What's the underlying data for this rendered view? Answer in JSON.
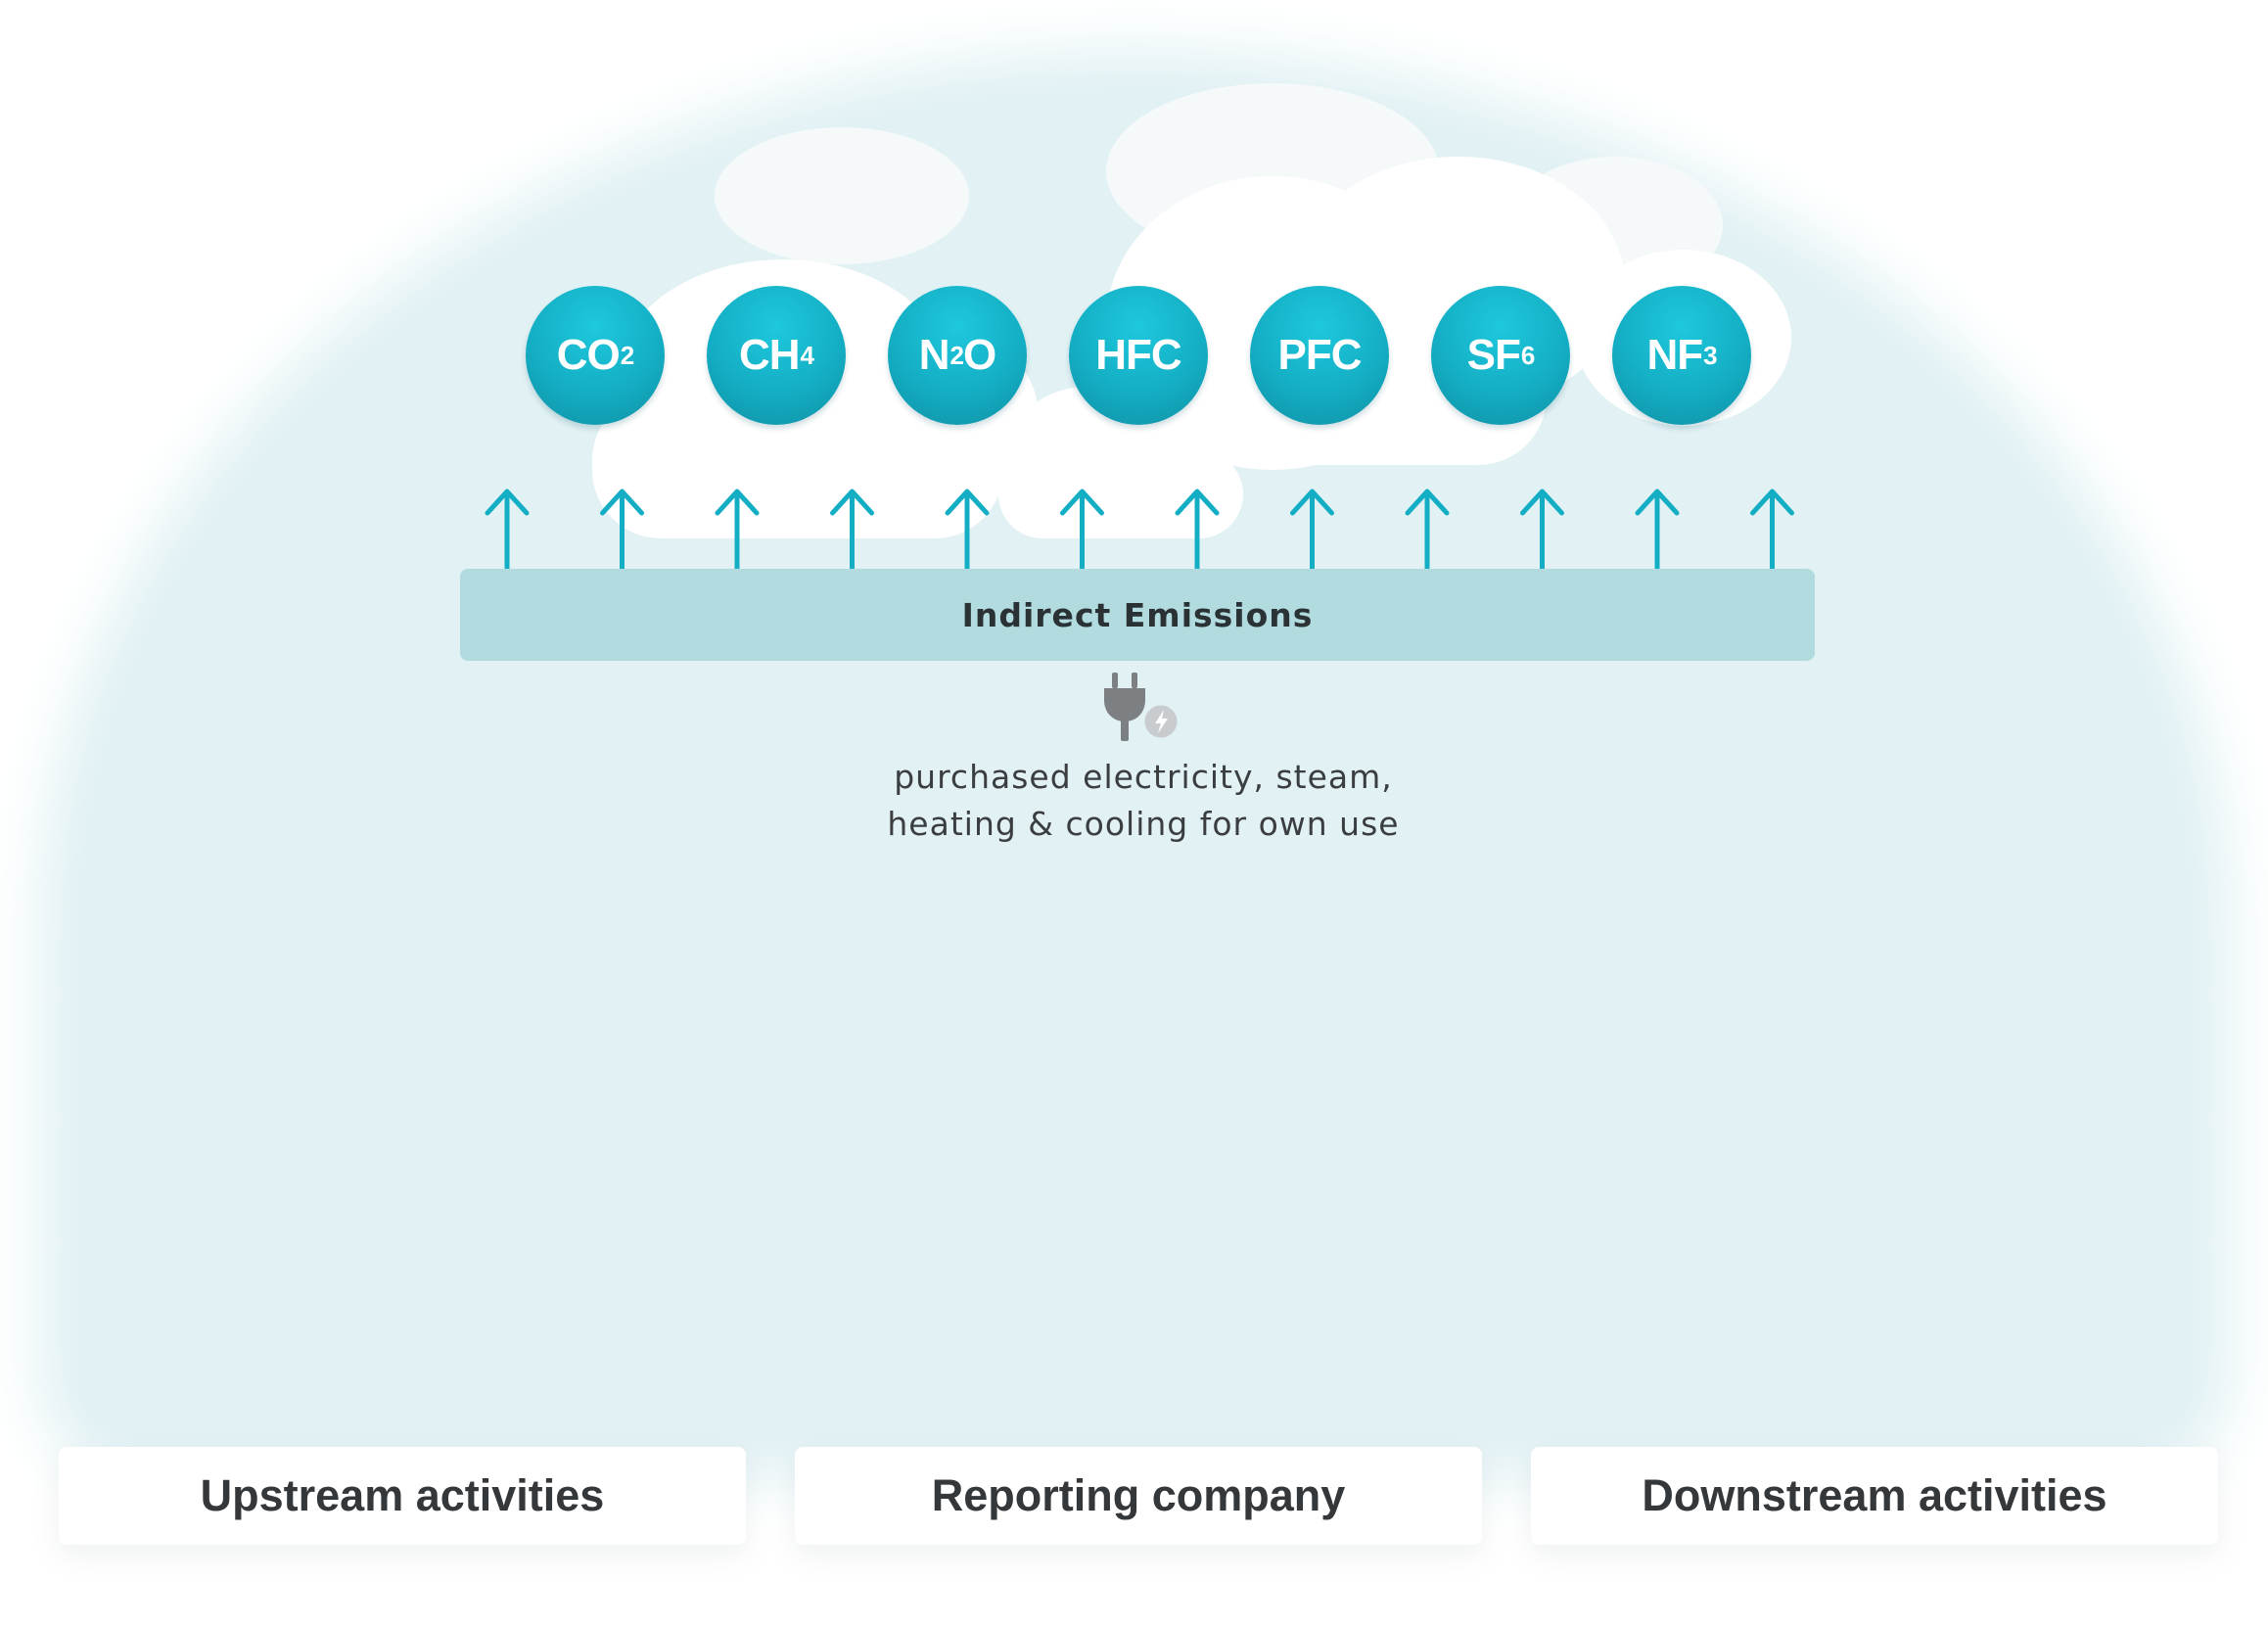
{
  "gases": [
    {
      "main": "CO",
      "sub": "2"
    },
    {
      "main": "CH",
      "sub": "4"
    },
    {
      "main": "N",
      "sub": "2",
      "tail": "O"
    },
    {
      "main": "HFC",
      "sub": ""
    },
    {
      "main": "PFC",
      "sub": ""
    },
    {
      "main": "SF",
      "sub": "6"
    },
    {
      "main": "NF",
      "sub": "3"
    }
  ],
  "band": {
    "label": "Indirect Emissions"
  },
  "icon": {
    "name": "electric-plug-icon"
  },
  "caption": {
    "line1": "purchased electricity, steam,",
    "line2": "heating & cooling for own use"
  },
  "cards": {
    "upstream": "Upstream activities",
    "reporting": "Reporting company",
    "downstream": "Downstream activities"
  },
  "colors": {
    "accent": "#14aec4",
    "dome": "#e1f1f4",
    "band": "#b1dbde"
  }
}
